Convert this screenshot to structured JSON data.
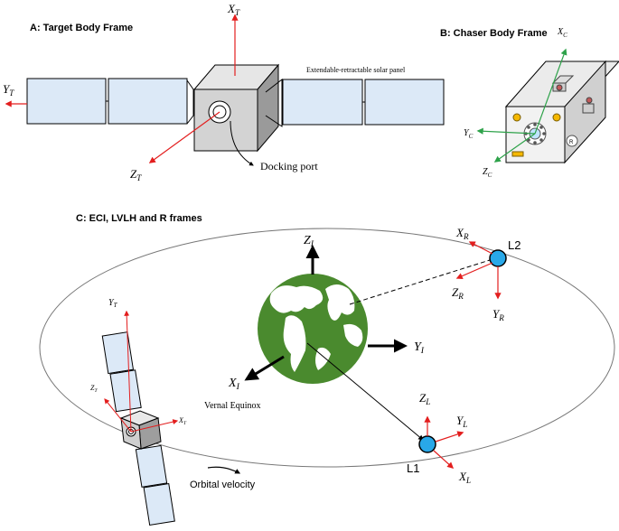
{
  "panels": {
    "a_title": "A: Target Body Frame",
    "b_title": "B: Chaser Body Frame",
    "c_title": "C: ECI, LVLH and R frames"
  },
  "target": {
    "x_axis": {
      "main": "X",
      "sub": "T"
    },
    "y_axis": {
      "main": "Y",
      "sub": "T"
    },
    "z_axis": {
      "main": "Z",
      "sub": "T"
    },
    "solar_panel_label": "Extendable-retractable solar panel",
    "docking_port_label": "Docking port"
  },
  "chaser": {
    "x_axis": {
      "main": "X",
      "sub": "C"
    },
    "y_axis": {
      "main": "Y",
      "sub": "C"
    },
    "z_axis": {
      "main": "Z",
      "sub": "C"
    },
    "marker_label": "R"
  },
  "eci": {
    "z_axis": {
      "main": "Z",
      "sub": "I"
    },
    "y_axis": {
      "main": "Y",
      "sub": "I"
    },
    "x_axis": {
      "main": "X",
      "sub": "I"
    },
    "vernal_label": "Vernal Equinox"
  },
  "l2_frame": {
    "name": "L2",
    "x_axis": {
      "main": "X",
      "sub": "R"
    },
    "z_axis": {
      "main": "Z",
      "sub": "R"
    },
    "y_axis": {
      "main": "Y",
      "sub": "R"
    }
  },
  "l1_frame": {
    "name": "L1",
    "z_axis": {
      "main": "Z",
      "sub": "L"
    },
    "y_axis": {
      "main": "Y",
      "sub": "L"
    },
    "x_axis": {
      "main": "X",
      "sub": "L"
    }
  },
  "orbit_target": {
    "y_axis": {
      "main": "Y",
      "sub": "T"
    },
    "z_axis": {
      "main": "Z",
      "sub": "T"
    },
    "x_axis": {
      "main": "X",
      "sub": "T"
    }
  },
  "orbital_velocity_label": "Orbital velocity",
  "colors": {
    "axis_red": "#e31e1e",
    "axis_green": "#2ea24a",
    "panel_fill": "#dce9f7",
    "earth_ocean": "#4a8a2e",
    "node_blue": "#29a8e8"
  }
}
